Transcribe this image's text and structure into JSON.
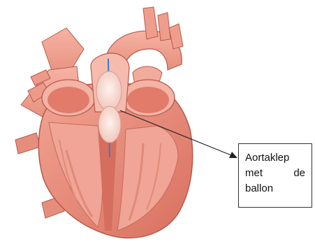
{
  "diagram": {
    "subject": "heart-with-aortic-valve-balloon",
    "label": {
      "line1": "Aortaklep",
      "line2_word1": "met",
      "line2_word2": "de",
      "line3": "ballon"
    },
    "colors": {
      "muscle": "#e9897a",
      "muscle_dark": "#c45f50",
      "vessel": "#ef9e8e",
      "inner": "#f7c7b9",
      "balloon": "#f6dcd6",
      "catheter": "#3a78c9",
      "outline": "#b55a4c"
    }
  }
}
